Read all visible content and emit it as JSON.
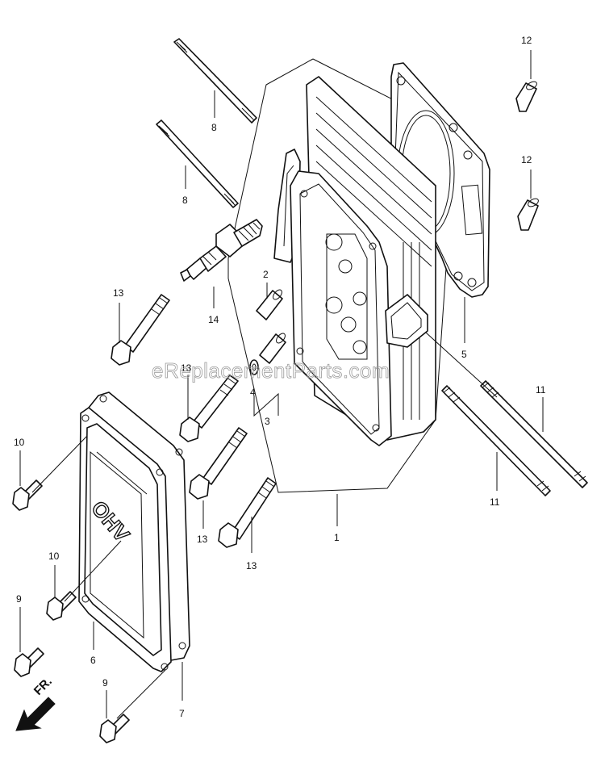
{
  "watermark": "eReplacementParts.com",
  "cover_emboss": "OHV",
  "direction_label": "FR.",
  "callouts": {
    "c1": "1",
    "c2": "2",
    "c3": "3",
    "c4": "4",
    "c5": "5",
    "c6": "6",
    "c7": "7",
    "c8a": "8",
    "c8b": "8",
    "c9a": "9",
    "c9b": "9",
    "c10a": "10",
    "c10b": "10",
    "c11a": "11",
    "c11b": "11",
    "c12a": "12",
    "c12b": "12",
    "c13a": "13",
    "c13b": "13",
    "c13c": "13",
    "c13d": "13",
    "c14": "14"
  },
  "parts": [
    {
      "ref": "1",
      "icon": "cylinder-head-icon"
    },
    {
      "ref": "2",
      "icon": "dowel-pin-icon"
    },
    {
      "ref": "3",
      "icon": "dowel-pin-icon"
    },
    {
      "ref": "4",
      "icon": "washer-icon"
    },
    {
      "ref": "5",
      "icon": "head-gasket-icon"
    },
    {
      "ref": "6",
      "icon": "head-cover-icon"
    },
    {
      "ref": "7",
      "icon": "cover-gasket-icon"
    },
    {
      "ref": "8",
      "icon": "push-rod-icon"
    },
    {
      "ref": "9",
      "icon": "flange-bolt-icon"
    },
    {
      "ref": "10",
      "icon": "flange-bolt-icon"
    },
    {
      "ref": "11",
      "icon": "stud-bolt-icon"
    },
    {
      "ref": "12",
      "icon": "dowel-pin-icon"
    },
    {
      "ref": "13",
      "icon": "flange-bolt-icon"
    },
    {
      "ref": "14",
      "icon": "spark-plug-icon"
    }
  ],
  "colors": {
    "line": "#111111",
    "background": "#ffffff",
    "watermark": "#9a9a9a"
  }
}
